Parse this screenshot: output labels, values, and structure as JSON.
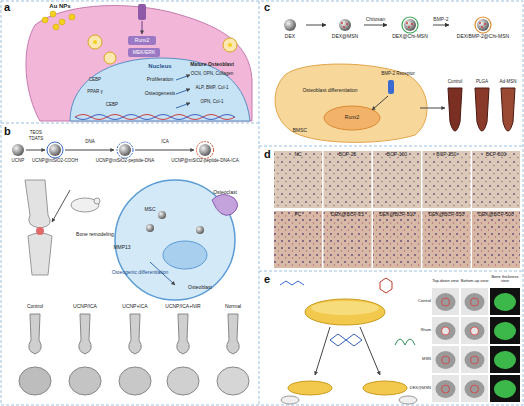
{
  "diagram": {
    "nodes": [
      {
        "text": [
          "a"
        ]
      },
      {
        "text": [
          "b"
        ]
      },
      {
        "text": [
          "c"
        ]
      },
      {
        "text": [
          "DEX"
        ],
        "in": 2
      },
      {
        "text": [
          "DEX@MSN"
        ],
        "in": 2
      },
      {
        "text": [
          "DEX@Chi-MSN"
        ],
        "in": 2
      },
      {
        "text": [
          "DEX/BMP-2@Chi-MSN"
        ],
        "in": 2
      },
      {
        "text": [
          "d"
        ]
      },
      {
        "text": [
          "e"
        ]
      }
    ],
    "edges": [
      {
        "from": 3,
        "to": 4,
        "arrow": "to"
      },
      {
        "from": 4,
        "to": 5,
        "label": "Chitosan",
        "arrow": "to"
      },
      {
        "from": 5,
        "to": 6,
        "label": "BMP-2",
        "arrow": "to"
      }
    ],
    "labels": [
      "Au NPs",
      "Runx2",
      "MEK/ERK",
      "Nucleus",
      "Mature Osteoblast",
      "OCN, OPN, Collagen",
      "Proliferation",
      "ALP, BMP, Col-1",
      "Osteogenesis",
      "OPN, Col-1",
      "CEBP",
      "PPAR γ",
      "CEBP",
      "TEOS",
      "TDATS",
      "UCNP",
      "UCNP@mSiO2-COOH",
      "DNA",
      "UCNP@mSiO2-peptide-DNA",
      "ICA",
      "UCNP@mSiO2-peptide-DNA-ICA",
      "Osteogenic differentiation",
      "Bone remodeling",
      "Osteoclast",
      "MSC",
      "Osteoblast",
      "MMP13",
      "Control",
      "UCNP/ICA",
      "UCNP+ICA",
      "UCNP/ICA+NIR",
      "Normal",
      "Runx2",
      "BMP-2 Receptor",
      "Osteoblast differentiation",
      "BMSC",
      "Control",
      "PLGA",
      "Ad-MSN",
      "NC",
      "BCP-25",
      "BCP-100",
      "BCP-250",
      "BCP-500",
      "PC",
      "DEX@BCP-25",
      "DEX@BCP-100",
      "DEX@BCP-250",
      "DEX@BCP-500",
      "Top-down view",
      "Bottom-up view",
      "Bone thickness view",
      "Control",
      "Sham",
      "MSN",
      "DEX@MSN"
    ]
  }
}
